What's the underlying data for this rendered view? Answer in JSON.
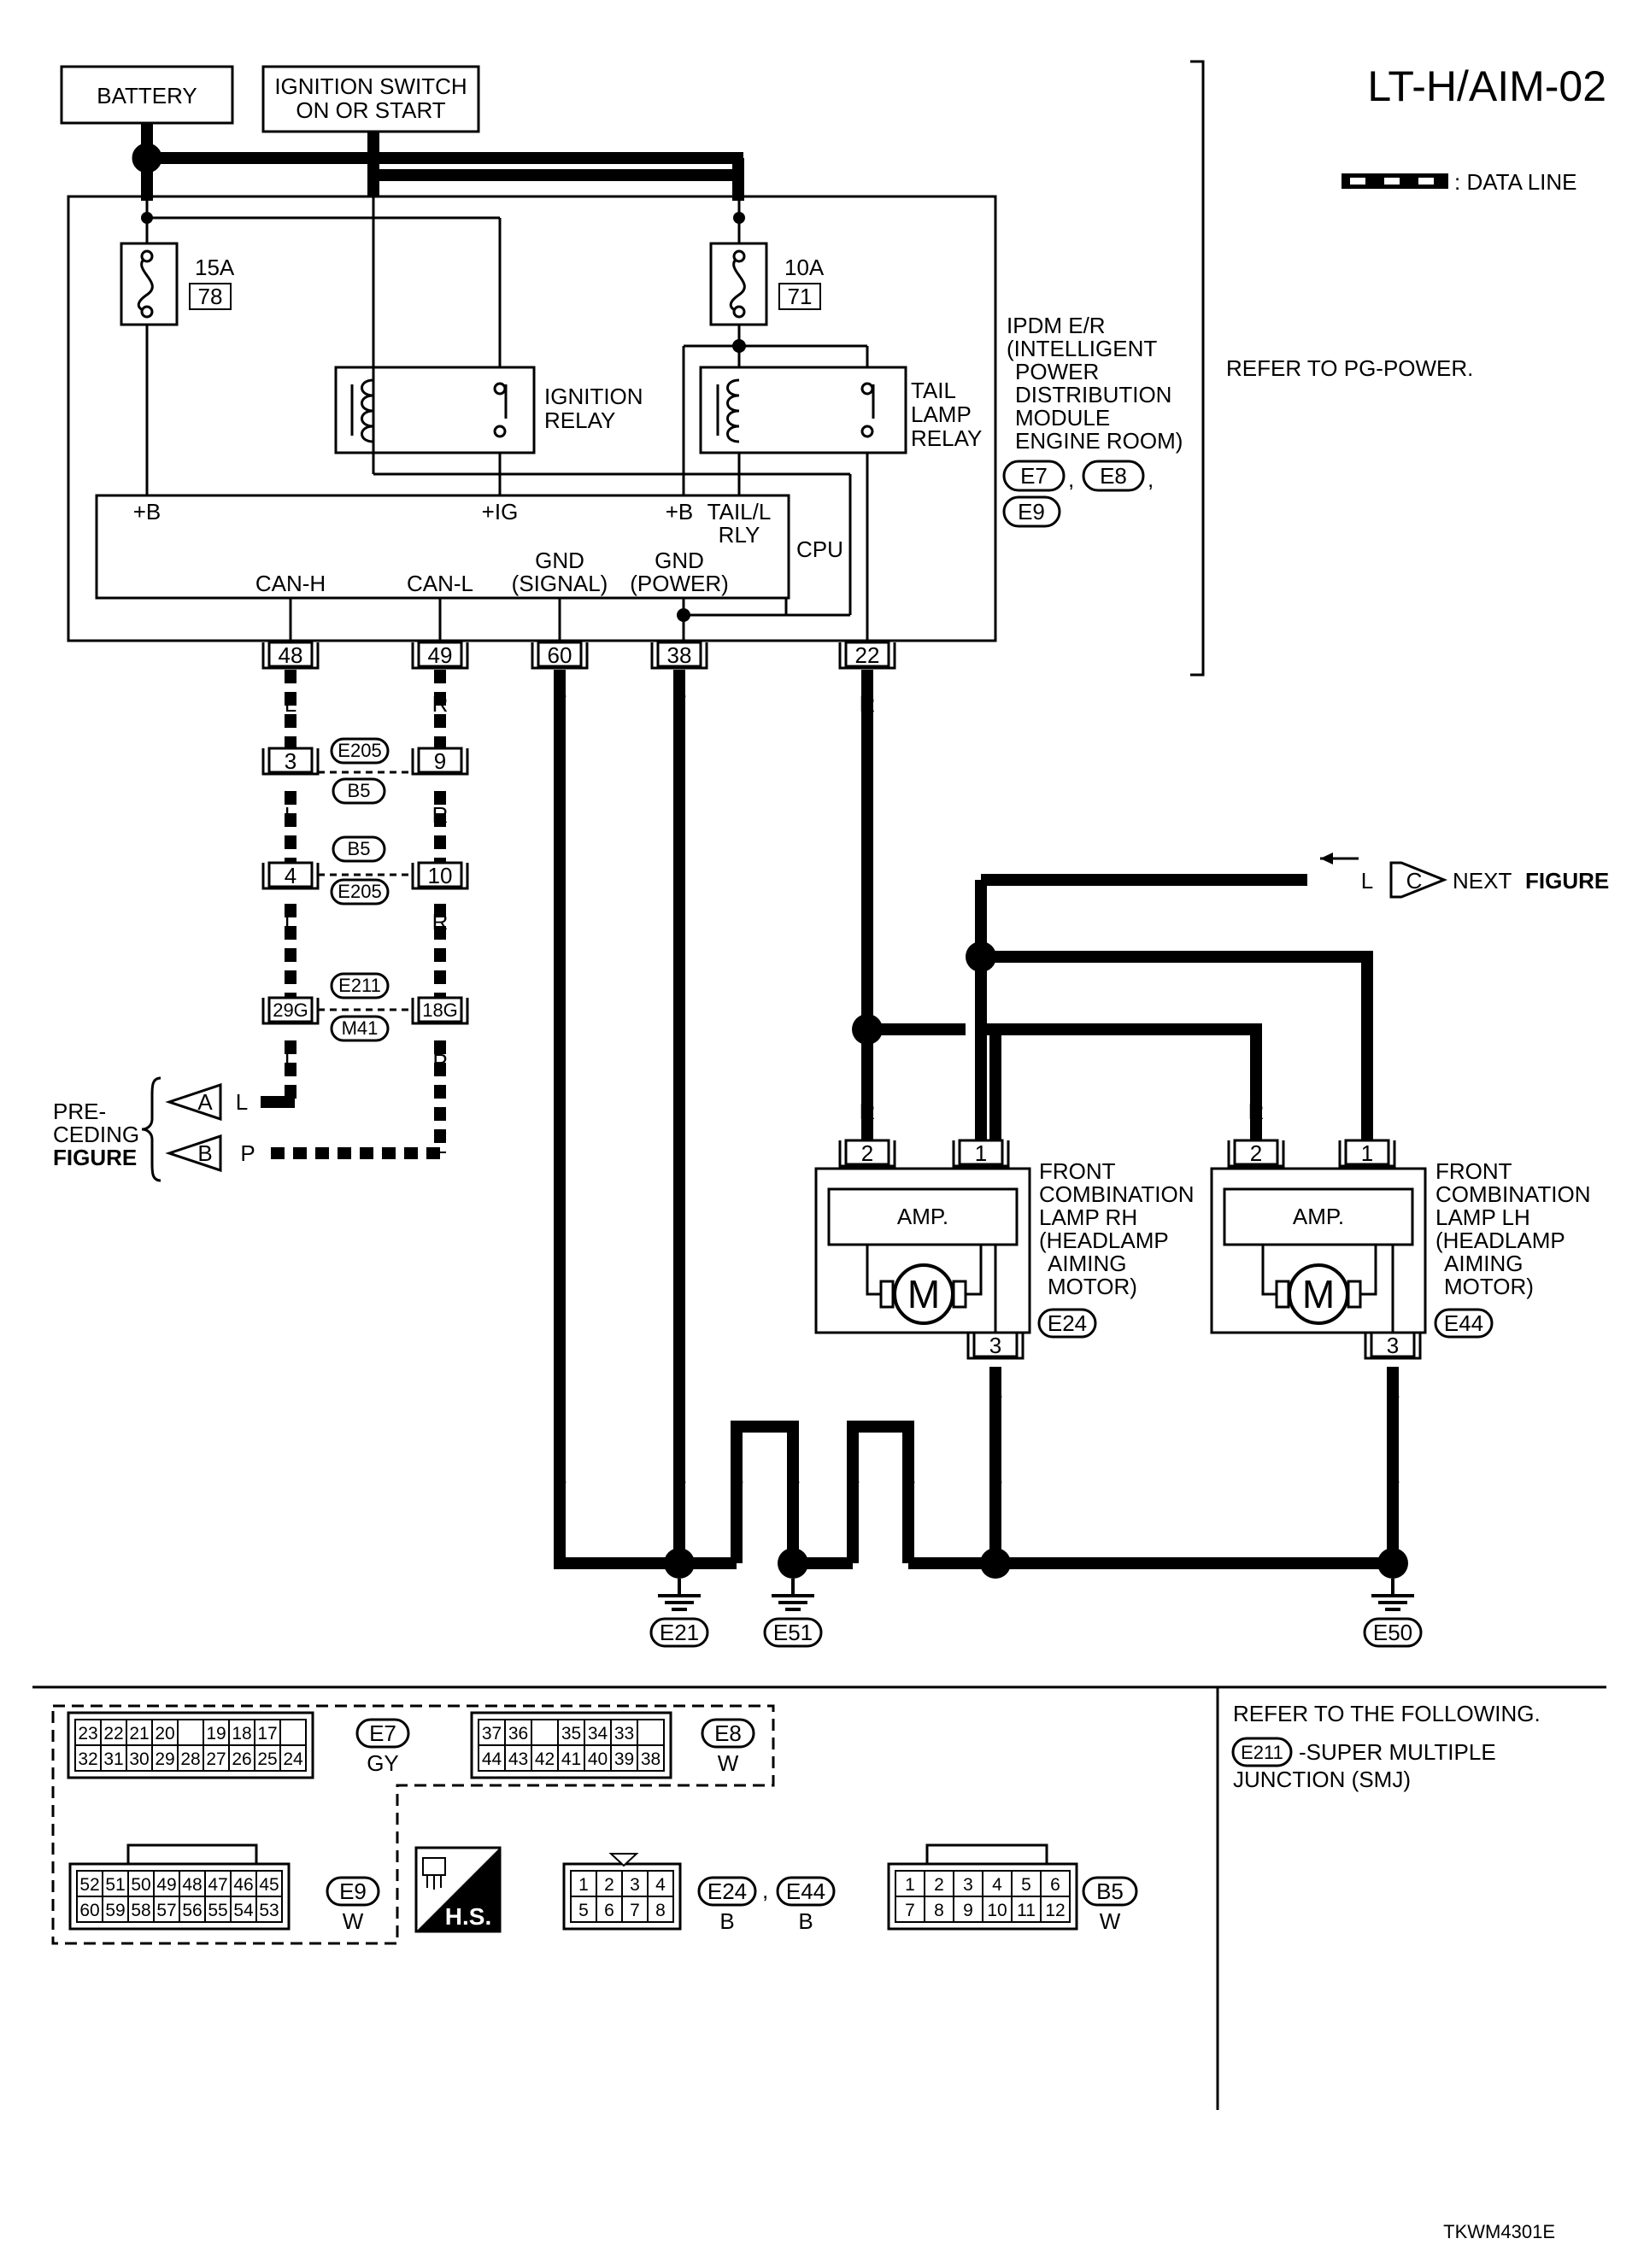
{
  "page": {
    "title": "LT-H/AIM-02",
    "legend_data_line": ": DATA LINE",
    "refer_pg": "REFER TO PG-POWER.",
    "refer_following": "REFER TO THE FOLLOWING.",
    "smj_code": "E211",
    "smj_text_1": "-SUPER MULTIPLE",
    "smj_text_2": "JUNCTION (SMJ)",
    "footer_code": "TKWM4301E"
  },
  "power": {
    "battery": "BATTERY",
    "ign_line1": "IGNITION SWITCH",
    "ign_line2": "ON OR START"
  },
  "ipdm": {
    "fuse1_amp": "15A",
    "fuse1_no": "78",
    "fuse2_amp": "10A",
    "fuse2_no": "71",
    "relay1_line1": "IGNITION",
    "relay1_line2": "RELAY",
    "relay2_line1": "TAIL",
    "relay2_line2": "LAMP",
    "relay2_line3": "RELAY",
    "name_lines": [
      "IPDM E/R",
      "(INTELLIGENT",
      "POWER",
      "DISTRIBUTION",
      "MODULE",
      "ENGINE ROOM)"
    ],
    "conn_e7": "E7",
    "conn_e8": "E8",
    "conn_e9": "E9",
    "cpu": "CPU",
    "pin_b1": "+B",
    "pin_ig": "+IG",
    "pin_b2": "+B",
    "pin_tail_1": "TAIL/L",
    "pin_tail_2": "RLY",
    "pin_canh": "CAN-H",
    "pin_canl": "CAN-L",
    "gnd_sig_1": "GND",
    "gnd_sig_2": "(SIGNAL)",
    "gnd_pow_1": "GND",
    "gnd_pow_2": "(POWER)",
    "terminals": [
      "48",
      "49",
      "60",
      "38",
      "22"
    ]
  },
  "wires": {
    "l": "L",
    "r": "R",
    "b": "B",
    "p": "P"
  },
  "joints": {
    "j1_left": "3",
    "j1_right": "9",
    "j1_top": "E205",
    "j1_bottom": "B5",
    "j2_left": "4",
    "j2_right": "10",
    "j2_top": "B5",
    "j2_bottom": "E205",
    "j3_left": "29G",
    "j3_right": "18G",
    "j3_top": "E211",
    "j3_bottom": "M41"
  },
  "offpage": {
    "pre_1": "PRE-",
    "pre_2": "CEDING",
    "pre_3": "FIGURE",
    "conn_a": "A",
    "conn_b": "B",
    "conn_c": "C",
    "next_1": "NEXT",
    "next_2": "FIGURE"
  },
  "lamps": {
    "rh": {
      "amp": "AMP.",
      "motor": "M",
      "pin_a": "2",
      "pin_b": "1",
      "pin_gnd": "3",
      "conn": "E24",
      "name": [
        "FRONT",
        "COMBINATION",
        "LAMP RH",
        "(HEADLAMP",
        "AIMING",
        "MOTOR)"
      ]
    },
    "lh": {
      "amp": "AMP.",
      "motor": "M",
      "pin_a": "2",
      "pin_b": "1",
      "pin_gnd": "3",
      "conn": "E44",
      "name": [
        "FRONT",
        "COMBINATION",
        "LAMP LH",
        "(HEADLAMP",
        "AIMING",
        "MOTOR)"
      ]
    }
  },
  "grounds": {
    "e21": "E21",
    "e51": "E51",
    "e50": "E50"
  },
  "connectors": {
    "e7": {
      "code": "E7",
      "color": "GY",
      "top": [
        "23",
        "22",
        "21",
        "20",
        "",
        "19",
        "18",
        "17"
      ],
      "bottom": [
        "32",
        "31",
        "30",
        "29",
        "28",
        "27",
        "26",
        "25",
        "24"
      ]
    },
    "e8": {
      "code": "E8",
      "color": "W",
      "top": [
        "37",
        "36",
        "",
        "35",
        "34",
        "33"
      ],
      "bottom": [
        "44",
        "43",
        "42",
        "41",
        "40",
        "39",
        "38"
      ]
    },
    "e9": {
      "code": "E9",
      "color": "W",
      "top": [
        "52",
        "51",
        "50",
        "49",
        "48",
        "47",
        "46",
        "45"
      ],
      "bottom": [
        "60",
        "59",
        "58",
        "57",
        "56",
        "55",
        "54",
        "53"
      ]
    },
    "hs": "H.S.",
    "e24": {
      "code": "E24",
      "color": "B",
      "top": [
        "1",
        "2",
        "3",
        "4"
      ],
      "bottom": [
        "5",
        "6",
        "7",
        "8"
      ]
    },
    "e44": {
      "code": "E44",
      "color": "B"
    },
    "b5": {
      "code": "B5",
      "color": "W",
      "top": [
        "1",
        "2",
        "3",
        "4",
        "5",
        "6"
      ],
      "bottom": [
        "7",
        "8",
        "9",
        "10",
        "11",
        "12"
      ]
    }
  }
}
